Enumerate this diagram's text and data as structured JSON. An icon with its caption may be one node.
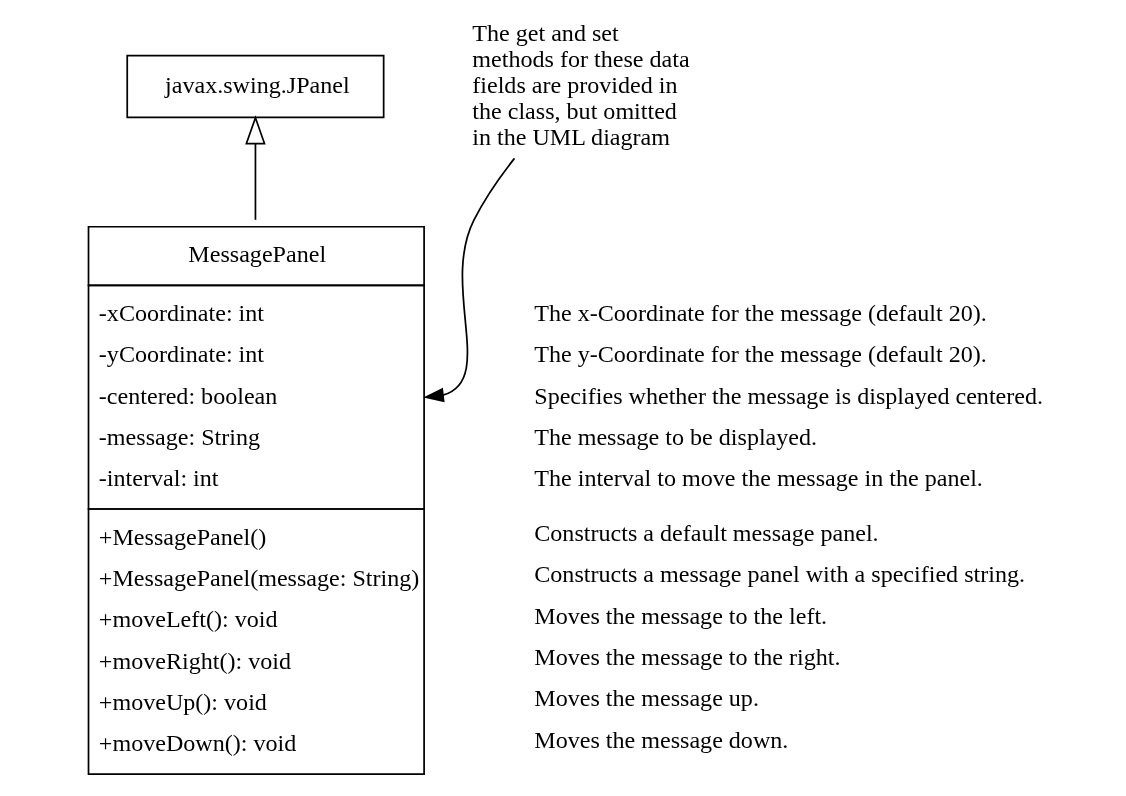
{
  "diagram": {
    "nodes": [
      {
        "text": [
          "javax.swing.JPanel"
        ]
      },
      {
        "text": [
          "MessagePanel",
          "-xCoordinate: int",
          "-yCoordinate: int",
          "-centered: boolean",
          "-message: String",
          "-interval: int",
          "+MessagePanel()",
          "+MessagePanel(message: String)",
          "+moveLeft(): void",
          "+moveRight(): void",
          "+moveUp(): void",
          "+moveDown(): void"
        ]
      },
      {
        "text": [
          "The get and set methods for these data fields are provided in the class, but omitted in the UML diagram"
        ]
      }
    ],
    "edges": [
      {
        "from": 1,
        "to": 0,
        "arrow": "to"
      },
      {
        "from": 2,
        "to": 1,
        "arrow": "to"
      }
    ],
    "labels": [
      "The x-Coordinate for the message (default 20).",
      "The y-Coordinate for the message (default 20).",
      "Specifies whether the message is displayed centered.",
      "The message to be displayed.",
      "The interval to move the message in the panel.",
      "Constructs a default message panel.",
      "Constructs a message panel with a specified string.",
      "Moves the message to the left.",
      "Moves the message to the right.",
      "Moves the message up.",
      "Moves the message down."
    ]
  }
}
